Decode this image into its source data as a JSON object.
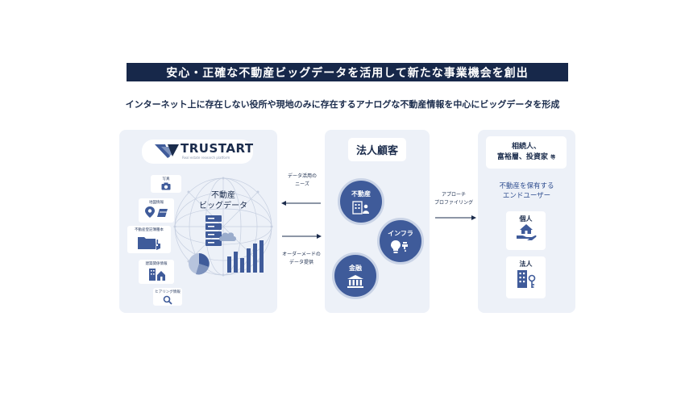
{
  "banner": "安心・正確な不動産ビッグデータを活用して新たな事業機会を創出",
  "subtitle": "インターネット上に存在しない役所や現地のみに存在するアナログな不動産情報を中心にビッグデータを形成",
  "left_panel": {
    "logo": "TRUSTART",
    "tagline": "Real estate research platform",
    "tiles": [
      "写真",
      "地図情報",
      "不動産登記簿謄本",
      "建築関係情報",
      "ヒアリング情報"
    ],
    "bigdata_line1": "不動産",
    "bigdata_line2": "ビッグデータ"
  },
  "arrows": {
    "needs_line1": "データ活用の",
    "needs_line2": "ニーズ",
    "provide_line1": "オーダーメードの",
    "provide_line2": "データ提供",
    "approach_line1": "アプローチ",
    "approach_line2": "プロファイリング"
  },
  "middle_panel": {
    "title": "法人顧客",
    "circles": [
      "不動産",
      "インフラ",
      "金融"
    ]
  },
  "right_panel": {
    "title_line1": "相続人、",
    "title_line2": "富裕層、投資家",
    "title_suffix": "等",
    "enduser_line1": "不動産を保有する",
    "enduser_line2": "エンドユーザー",
    "tiles": [
      "個人",
      "法人"
    ]
  },
  "colors": {
    "navy": "#17284a",
    "panel": "#edf1f8",
    "circle": "#3f5b9a",
    "accent_text": "#2e4d8f"
  }
}
